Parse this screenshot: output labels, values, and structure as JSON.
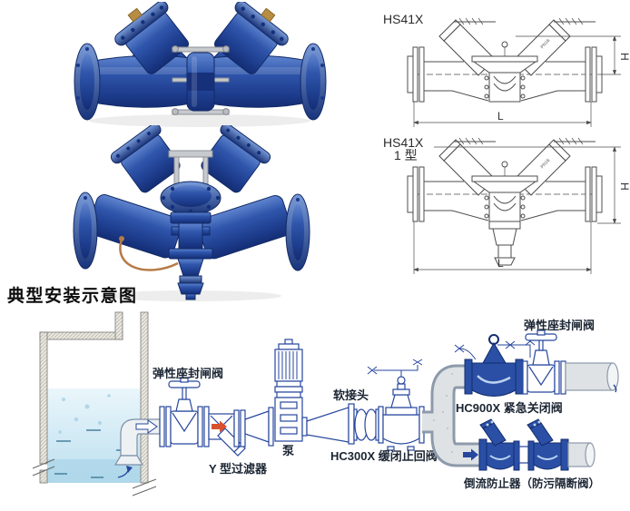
{
  "section_title": "典型安装示意图",
  "drawings": [
    {
      "model": "HS41X",
      "variant": "",
      "dim_width_label": "L",
      "dim_height_label": "H",
      "body_marking": "PN16"
    },
    {
      "model": "HS41X",
      "variant": "1 型",
      "dim_width_label": "L",
      "dim_height_label": "H",
      "body_marking": "PN16"
    }
  ],
  "schematic": {
    "labels": {
      "gate_valve_left": "弹性座封闸阀",
      "strainer": "Y 型过滤器",
      "pump": "泵",
      "flexible_joint": "软接头",
      "check_valve": "HC300X 缓闭止回阀",
      "emergency_valve": "HC900X 紧急关闭阀",
      "gate_valve_right": "弹性座封闸阀",
      "backflow_preventer": "倒流防止器（防污隔断阀）"
    }
  },
  "colors": {
    "valve_blue": "#2a4fa5",
    "valve_blue_dark": "#142c6e",
    "diagram_line_blue": "#27479e",
    "pipe_gray": "#dee2e5",
    "pipe_gray_edge": "#8d9aab",
    "water_blue": "#bcdfef",
    "arrow_red": "#d8502e",
    "drawing_line_gray": "#4c4c4c"
  }
}
